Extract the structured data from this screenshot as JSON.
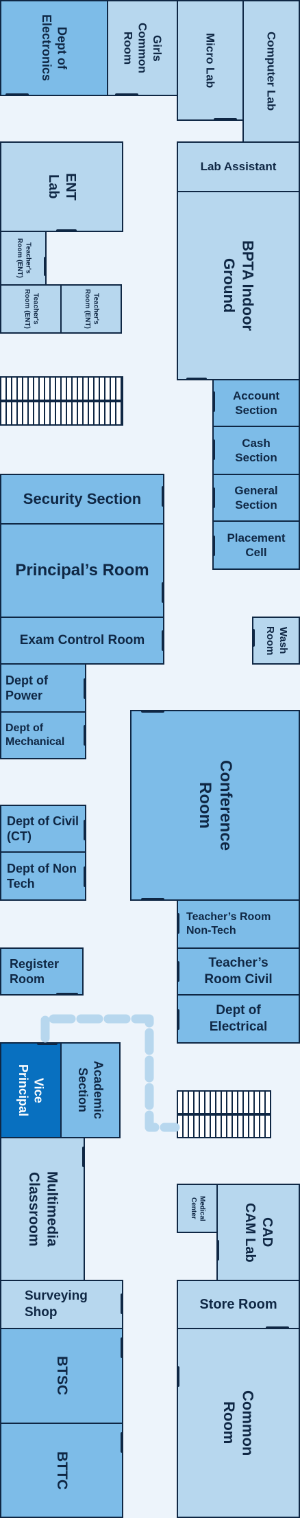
{
  "rooms": {
    "dept_electronics": "Dept of Electronics",
    "girls_common_room": "Girls Common Room",
    "micro_lab": "Micro Lab",
    "computer_lab": "Computer Lab",
    "lab_assistant": "Lab Assistant",
    "ent_lab": "ENT Lab",
    "bpta_indoor_ground": "BPTA Indoor Ground",
    "teachers_room_ent_1": "Teacher's Room (ENT)",
    "teachers_room_ent_2": "Teacher's Room (ENT)",
    "teachers_room_ent_3": "Teacher's Room (ENT)",
    "account_section": "Account Section",
    "cash_section": "Cash Section",
    "general_section": "General Section",
    "placement_cell": "Placement Cell",
    "security_section": "Security Section",
    "principals_room": "Principal’s Room",
    "exam_control_room": "Exam Control Room",
    "wash_room": "Wash Room",
    "dept_power": "Dept of Power",
    "dept_mechanical": "Dept of Mechanical",
    "conference_room": "Conference Room",
    "dept_civil_ct": "Dept of Civil (CT)",
    "dept_non_tech": "Dept of Non Tech",
    "teachers_room_non_tech": "Teacher’s Room Non-Tech",
    "teachers_room_civil": "Teacher’s Room Civil",
    "register_room": "Register Room",
    "dept_electrical": "Dept of Electrical",
    "vice_principal": "Vice Principal",
    "academic_section": "Academic Section",
    "multimedia_classroom": "Multimedia Classroom",
    "medical_center": "Medical Center",
    "cad_cam_lab": "CAD CAM Lab",
    "surveying_shop": "Surveying Shop",
    "store_room": "Store Room",
    "btsc": "BTSC",
    "bttc": "BTTC",
    "common_room": "Common Room"
  },
  "colors": {
    "corridor": "#edf4fb",
    "room_light": "#b7d7ee",
    "room_mid": "#7dbce8",
    "highlight": "#0870c0",
    "route": "#b7d7ee",
    "wall": "#0f2744"
  },
  "highlighted_room": "vice_principal"
}
